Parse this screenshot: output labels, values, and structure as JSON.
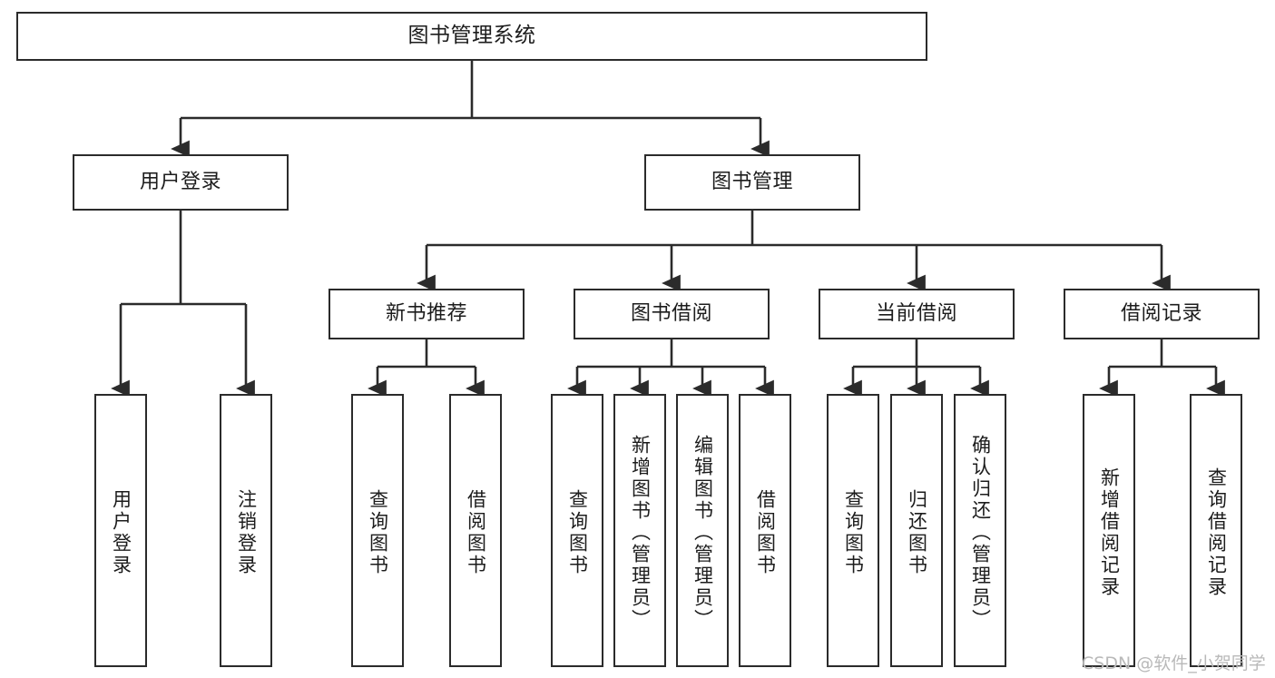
{
  "diagram": {
    "title": "图书管理系统",
    "type": "hierarchy-tree",
    "background_color": "#ffffff",
    "line_color": "#2b2b2b",
    "text_color": "#1c1c1c"
  },
  "nodes": {
    "root": {
      "label": "图书管理系统",
      "level": 1,
      "orientation": "horizontal"
    },
    "user_login": {
      "label": "用户登录",
      "level": 2,
      "orientation": "horizontal"
    },
    "book_manage": {
      "label": "图书管理",
      "level": 2,
      "orientation": "horizontal"
    },
    "new_book_rec": {
      "label": "新书推荐",
      "level": 3,
      "orientation": "horizontal"
    },
    "book_borrow": {
      "label": "图书借阅",
      "level": 3,
      "orientation": "horizontal"
    },
    "current_borrow": {
      "label": "当前借阅",
      "level": 3,
      "orientation": "horizontal"
    },
    "borrow_record": {
      "label": "借阅记录",
      "level": 3,
      "orientation": "horizontal"
    },
    "leaf_user_login": {
      "label": "用户登录",
      "level": 4,
      "orientation": "vertical"
    },
    "leaf_logout": {
      "label": "注销登录",
      "level": 4,
      "orientation": "vertical"
    },
    "leaf_query_book_1": {
      "label": "查询图书",
      "level": 4,
      "orientation": "vertical"
    },
    "leaf_borrow_book_1": {
      "label": "借阅图书",
      "level": 4,
      "orientation": "vertical"
    },
    "leaf_query_book_2": {
      "label": "查询图书",
      "level": 4,
      "orientation": "vertical"
    },
    "leaf_add_book": {
      "label": "新增图书（管理员）",
      "level": 4,
      "orientation": "vertical"
    },
    "leaf_edit_book": {
      "label": "编辑图书（管理员）",
      "level": 4,
      "orientation": "vertical"
    },
    "leaf_borrow_book_2": {
      "label": "借阅图书",
      "level": 4,
      "orientation": "vertical"
    },
    "leaf_query_book_3": {
      "label": "查询图书",
      "level": 4,
      "orientation": "vertical"
    },
    "leaf_return_book": {
      "label": "归还图书",
      "level": 4,
      "orientation": "vertical"
    },
    "leaf_confirm_return": {
      "label": "确认归还（管理员）",
      "level": 4,
      "orientation": "vertical"
    },
    "leaf_add_record": {
      "label": "新增借阅记录",
      "level": 4,
      "orientation": "vertical"
    },
    "leaf_query_record": {
      "label": "查询借阅记录",
      "level": 4,
      "orientation": "vertical"
    }
  },
  "tree": {
    "label": "图书管理系统",
    "children": [
      {
        "label": "用户登录",
        "children": [
          {
            "label": "用户登录"
          },
          {
            "label": "注销登录"
          }
        ]
      },
      {
        "label": "图书管理",
        "children": [
          {
            "label": "新书推荐",
            "children": [
              {
                "label": "查询图书"
              },
              {
                "label": "借阅图书"
              }
            ]
          },
          {
            "label": "图书借阅",
            "children": [
              {
                "label": "查询图书"
              },
              {
                "label": "新增图书（管理员）"
              },
              {
                "label": "编辑图书（管理员）"
              },
              {
                "label": "借阅图书"
              }
            ]
          },
          {
            "label": "当前借阅",
            "children": [
              {
                "label": "查询图书"
              },
              {
                "label": "归还图书"
              },
              {
                "label": "确认归还（管理员）"
              }
            ]
          },
          {
            "label": "借阅记录",
            "children": [
              {
                "label": "新增借阅记录"
              },
              {
                "label": "查询借阅记录"
              }
            ]
          }
        ]
      }
    ]
  },
  "watermark": {
    "text": "CSDN @软件_小贺同学"
  }
}
